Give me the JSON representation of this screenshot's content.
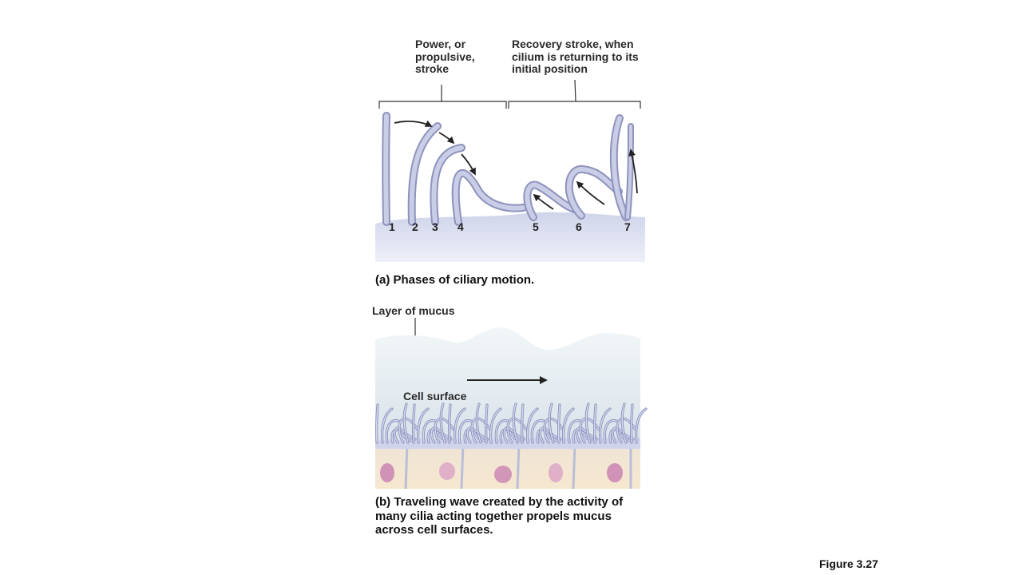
{
  "panel_a": {
    "power_stroke_label": [
      "Power, or",
      "propulsive,",
      "stroke"
    ],
    "recovery_stroke_label": [
      "Recovery stroke, when",
      "cilium is returning to its",
      "initial position"
    ],
    "phase_numbers": [
      "1",
      "2",
      "3",
      "4",
      "5",
      "6",
      "7"
    ],
    "caption": "(a) Phases of ciliary motion."
  },
  "panel_b": {
    "mucus_label": "Layer of mucus",
    "cell_surface_label": "Cell surface",
    "caption": [
      "(b) Traveling wave created by the activity of",
      "many cilia acting together propels mucus",
      "across cell surfaces."
    ]
  },
  "figure_number": "Figure 3.27",
  "colors": {
    "cilium_fill": "#c9cde6",
    "cilium_outline": "#8e93bd",
    "surface": "#dde1f0",
    "mucus": "#e6eef3",
    "cell": "#f1dcc0",
    "nucleus": "#c983b2",
    "arrow": "#222222"
  }
}
